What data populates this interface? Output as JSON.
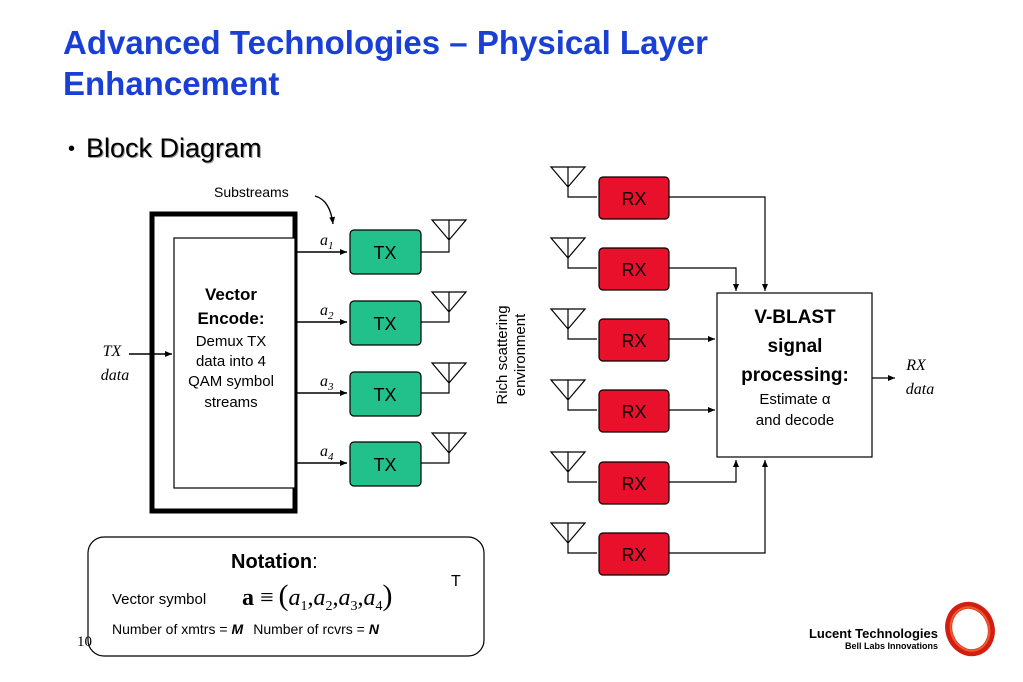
{
  "slide": {
    "title_line1": "Advanced Technologies – Physical Layer",
    "title_line2": "Enhancement",
    "bullet_text": "Block Diagram",
    "page_number": "10"
  },
  "diagram": {
    "substreams_label": "Substreams",
    "tx_data_line1": "TX",
    "tx_data_line2": "data",
    "encoder_title1": "Vector",
    "encoder_title2": "Encode:",
    "encoder_desc1": "Demux TX",
    "encoder_desc2": "data into 4",
    "encoder_desc3": "QAM symbol",
    "encoder_desc4": "streams",
    "alpha_labels": [
      "a",
      "a",
      "a",
      "a"
    ],
    "alpha_subs": [
      "1",
      "2",
      "3",
      "4"
    ],
    "tx_label": "TX",
    "rx_label": "RX",
    "scatter_line1": "Rich scattering",
    "scatter_line2": "environment",
    "vblast_line1": "V-BLAST",
    "vblast_line2": "signal",
    "vblast_line3": "processing:",
    "vblast_line4": "Estimate α",
    "vblast_line5": "and decode",
    "rx_data_line1": "RX",
    "rx_data_line2": "data",
    "colors": {
      "tx_fill": "#22c08a",
      "rx_fill": "#e8102a",
      "title": "#1a3fd6"
    }
  },
  "notation": {
    "heading": "Notation",
    "heading_colon": ":",
    "vector_label": "Vector symbol",
    "bold_a": "a",
    "equiv": "≡",
    "tuple_open": "(",
    "a1": "a",
    "s1": "1",
    "c1": ",",
    "a2": "a",
    "s2": "2",
    "c2": ",",
    "a3": "a",
    "s3": "3",
    "c3": ",",
    "a4": "a",
    "s4": "4",
    "tuple_close": ")",
    "transpose": "T",
    "xmtrs_label": "Number of xmtrs =",
    "xmtrs_var": "M",
    "rcvrs_label": "Number of  rcvrs =",
    "rcvrs_var": "N"
  },
  "logo": {
    "company": "Lucent Technologies",
    "tagline": "Bell Labs Innovations"
  }
}
